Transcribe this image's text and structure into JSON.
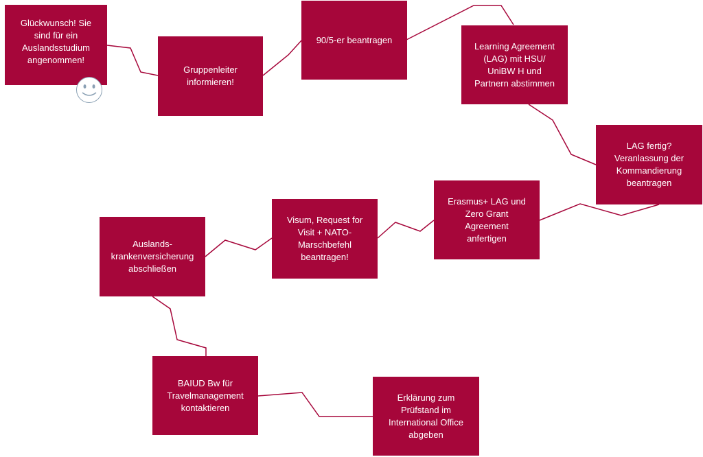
{
  "colors": {
    "box": "#A6063A",
    "text": "#ffffff",
    "line": "#A6063A"
  },
  "icons": {
    "congrats_box": "smiley-icon"
  },
  "steps": [
    {
      "id": "s1",
      "label": "Glückwunsch! Sie\nsind für ein\nAuslandsstudium\nangenommen!"
    },
    {
      "id": "s2",
      "label": "Gruppenleiter\ninformieren!"
    },
    {
      "id": "s3",
      "label": "90/5-er beantragen"
    },
    {
      "id": "s4",
      "label": "Learning Agreement\n(LAG) mit HSU/\nUniBW H und\nPartnern abstimmen"
    },
    {
      "id": "s5",
      "label": "LAG fertig?\nVeranlassung der\nKommandierung\nbeantragen"
    },
    {
      "id": "s6",
      "label": "Erasmus+ LAG und\nZero Grant\nAgreement\nanfertigen"
    },
    {
      "id": "s7",
      "label": "Visum, Request for\nVisit + NATO-\nMarschbefehl\nbeantragen!"
    },
    {
      "id": "s8",
      "label": "Auslands-\nkrankenversicherung\nabschließen"
    },
    {
      "id": "s9",
      "label": "BAIUD Bw für\nTravelmanagement\nkontaktieren"
    },
    {
      "id": "s10",
      "label": "Erklärung zum\nPrüfstand im\nInternational Office\nabgeben"
    }
  ]
}
